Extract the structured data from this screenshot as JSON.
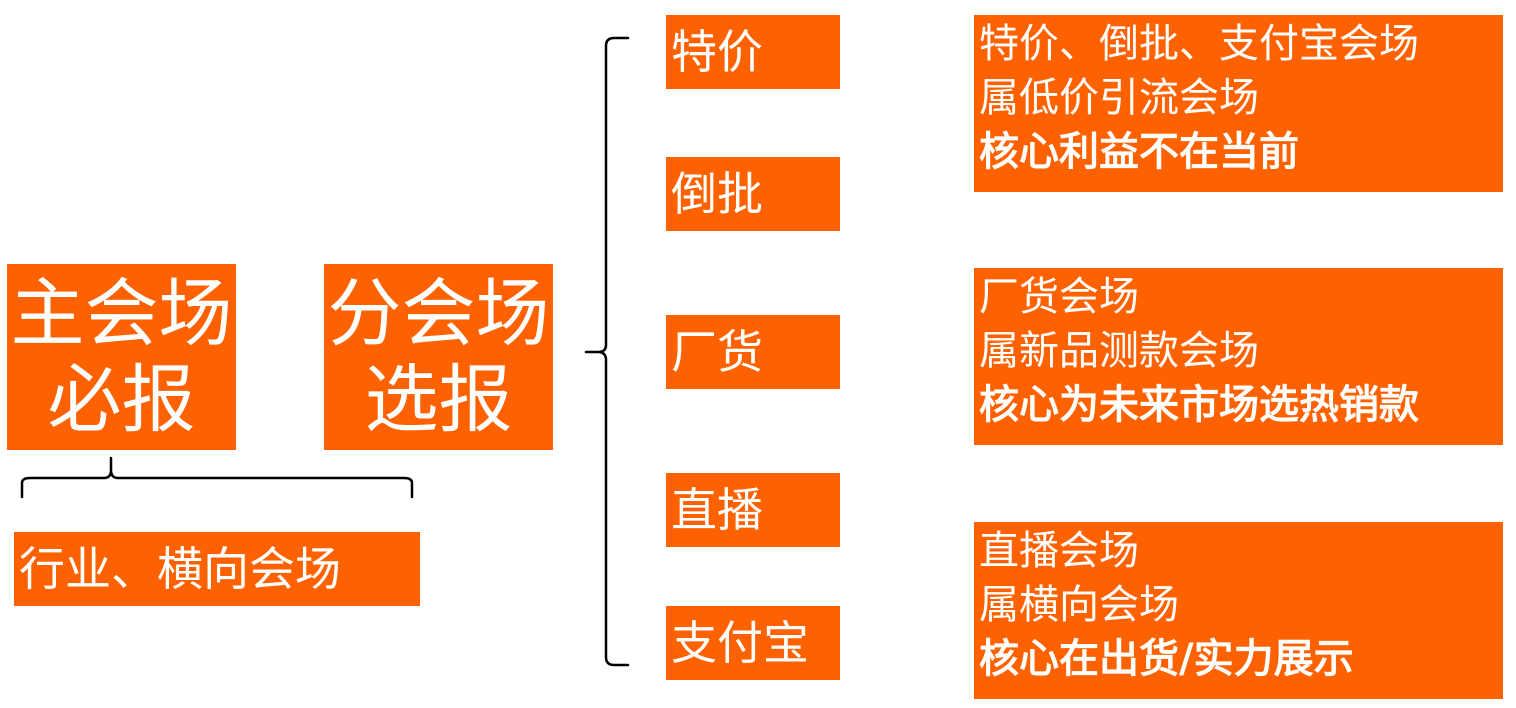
{
  "colors": {
    "accent": "#fe6100",
    "text_on_accent": "#ffffff",
    "bracket": "#000000"
  },
  "main_venue": {
    "line1": "主会场",
    "line2": "必报"
  },
  "sub_venue": {
    "line1": "分会场",
    "line2": "选报"
  },
  "industry_label": "行业、横向会场",
  "categories": [
    {
      "label": "特价"
    },
    {
      "label": "倒批"
    },
    {
      "label": "厂货"
    },
    {
      "label": "直播"
    },
    {
      "label": "支付宝"
    }
  ],
  "descriptions": [
    {
      "line1": "特价、倒批、支付宝会场",
      "line2": "属低价引流会场",
      "line3": "核心利益不在当前"
    },
    {
      "line1": "厂货会场",
      "line2": "属新品测款会场",
      "line3": "核心为未来市场选热销款"
    },
    {
      "line1": "直播会场",
      "line2": "属横向会场",
      "line3": "核心在出货/实力展示"
    }
  ]
}
